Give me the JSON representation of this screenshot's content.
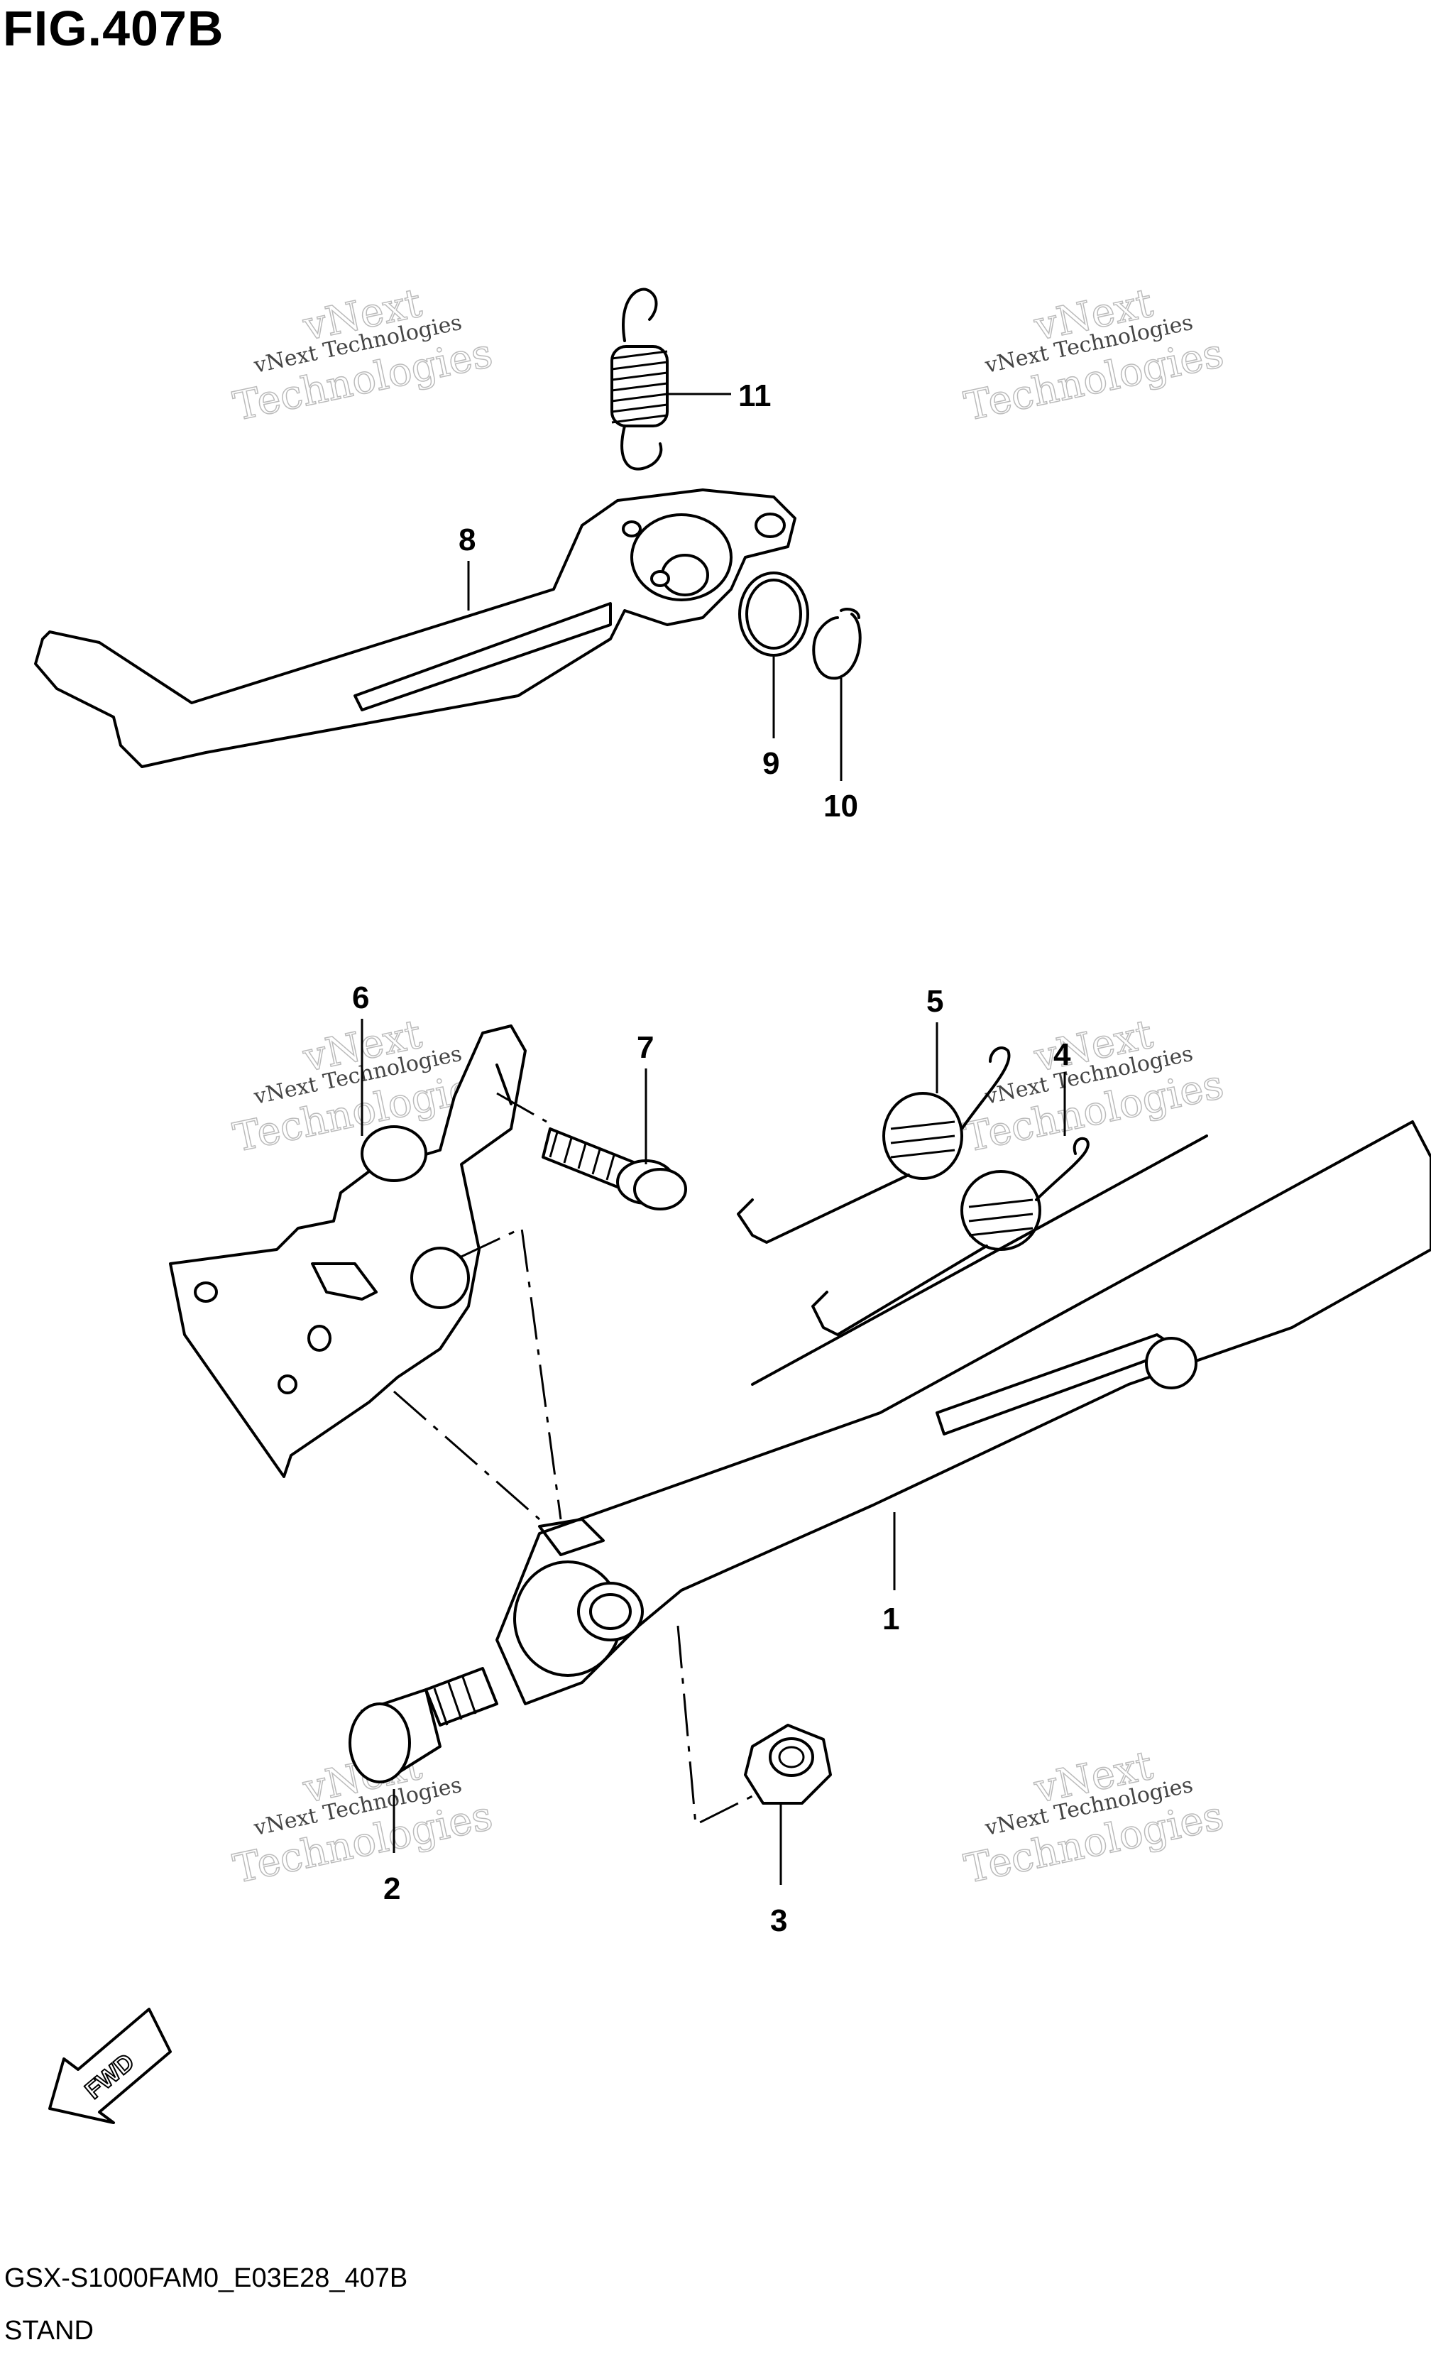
{
  "figure": {
    "title": "FIG.407B",
    "model_code": "GSX-S1000FAM0_E03E28_407B",
    "section_name": "STAND"
  },
  "watermark": {
    "line1": "vNext Technologies",
    "line2": "vNext",
    "line3": "Technologies"
  },
  "direction_indicator": {
    "label": "FWD"
  },
  "callouts": [
    {
      "id": "c1",
      "number": "1"
    },
    {
      "id": "c2",
      "number": "2"
    },
    {
      "id": "c3",
      "number": "3"
    },
    {
      "id": "c4",
      "number": "4"
    },
    {
      "id": "c5",
      "number": "5"
    },
    {
      "id": "c6",
      "number": "6"
    },
    {
      "id": "c7",
      "number": "7"
    },
    {
      "id": "c8",
      "number": "8"
    },
    {
      "id": "c9",
      "number": "9"
    },
    {
      "id": "c10",
      "number": "10"
    },
    {
      "id": "c11",
      "number": "11"
    }
  ]
}
